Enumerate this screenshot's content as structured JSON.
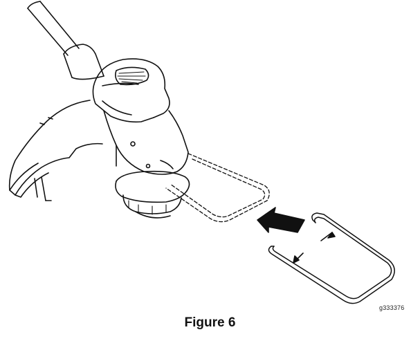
{
  "figure": {
    "caption": "Figure 6",
    "graphic_id": "g333376"
  },
  "colors": {
    "ink": "#111111",
    "paper": "#ffffff"
  },
  "illustration": {
    "subject": "string-trimmer-head-with-guard",
    "icons": [
      "trimmer-head-icon",
      "guard-bracket-icon",
      "insert-arrow-icon",
      "flex-arrow-icon"
    ]
  }
}
